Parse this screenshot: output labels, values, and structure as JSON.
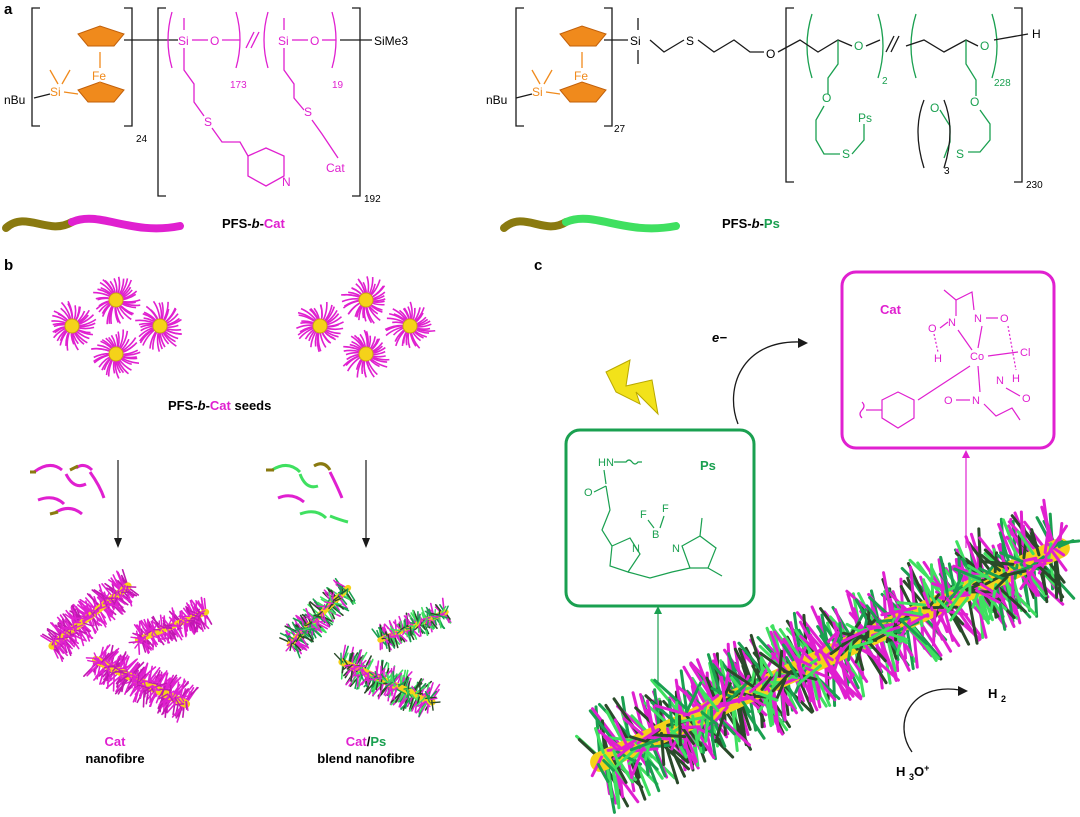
{
  "panel_labels": {
    "a": "a",
    "b": "b",
    "c": "c"
  },
  "colors": {
    "catalyst": "#e020d0",
    "photosensitizer": "#1aa050",
    "ferrocene": "#f08a1c",
    "core": "#f5d21a",
    "core_dark": "#8a7a10",
    "text": "#1a1a1a"
  },
  "panel_a": {
    "left": {
      "tbu": "nBu",
      "si": "Si",
      "fe": "Fe",
      "sub_24": "24",
      "si1": "Si",
      "o1": "O",
      "sub_173": "173",
      "si2": "Si",
      "o2": "O",
      "sub_19": "19",
      "sime3": "SiMe3",
      "s1": "S",
      "s2": "S",
      "n": "N",
      "cat_group": "Cat",
      "sub_192": "192",
      "name_prefix": "PFS-",
      "name_b": "b",
      "name_dash": "-",
      "name_suffix": "Cat"
    },
    "right": {
      "tbu": "nBu",
      "si": "Si",
      "fe": "Fe",
      "sub_27": "27",
      "si_link": "Si",
      "s_link": "S",
      "o_link": "O",
      "h_end": "H",
      "o1": "O",
      "sub_2": "2",
      "o2": "O",
      "sub_228": "228",
      "o3": "O",
      "ps_group": "Ps",
      "s1": "S",
      "o4": "O",
      "o5": "O",
      "sub_3": "3",
      "s2": "S",
      "sub_230": "230",
      "name_prefix": "PFS-",
      "name_b": "b",
      "name_dash": "-",
      "name_suffix": "Ps"
    }
  },
  "panel_b": {
    "seeds_prefix": "PFS-",
    "seeds_b": "b",
    "seeds_dash": "-",
    "seeds_cat": "Cat",
    "seeds_suffix": " seeds",
    "left_line1": "Cat",
    "left_line2": "nanofibre",
    "right_cat": "Cat",
    "right_slash": "/",
    "right_ps": "Ps",
    "right_line2": "blend nanofibre"
  },
  "panel_c": {
    "electron": "e−",
    "cat_box": {
      "title": "Cat",
      "o1": "O",
      "n1": "N",
      "n2": "N",
      "o2": "O",
      "cl": "Cl",
      "h1": "H",
      "co": "Co",
      "h2": "H",
      "n3": "N",
      "o3": "O",
      "n4": "N",
      "o4": "O"
    },
    "ps_box": {
      "title": "Ps",
      "hn": "HN",
      "o": "O",
      "f1": "F",
      "f2": "F",
      "b": "B",
      "n1": "N",
      "n2": "N"
    },
    "h2": "H2",
    "h3o": "H3O+"
  }
}
